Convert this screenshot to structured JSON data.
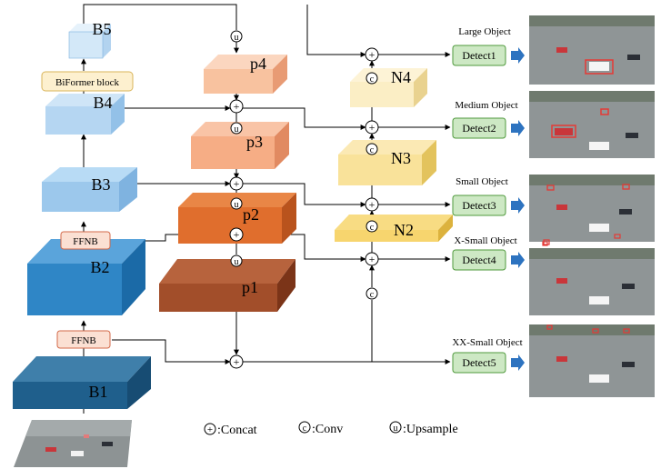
{
  "backbone": {
    "b1": "B1",
    "b2": "B2",
    "b3": "B3",
    "b4": "B4",
    "b5": "B5",
    "biformer": "BiFormer block",
    "ffnb_upper": "FFNB",
    "ffnb_lower": "FFNB"
  },
  "neck_p": {
    "p1": "p1",
    "p2": "p2",
    "p3": "p3",
    "p4": "p4"
  },
  "neck_n": {
    "n2": "N2",
    "n3": "N3",
    "n4": "N4"
  },
  "ops": {
    "concat": "+",
    "conv": "c",
    "upsample": "u"
  },
  "detectors": [
    {
      "label": "Detect1",
      "object": "Large Object"
    },
    {
      "label": "Detect2",
      "object": "Medium Object"
    },
    {
      "label": "Detect3",
      "object": "Small Object"
    },
    {
      "label": "Detect4",
      "object": "X-Small Object"
    },
    {
      "label": "Detect5",
      "object": "XX-Small Object"
    }
  ],
  "legend": {
    "concat": ":Concat",
    "conv": ":Conv",
    "upsample": ":Upsample"
  },
  "colors": {
    "b1": "#1f5f8c",
    "b2": "#2f86c6",
    "b3": "#9cc8ec",
    "b4": "#b5d6f2",
    "b5": "#d3e8f8",
    "p1": "#a24e2a",
    "p2": "#e06e2d",
    "p3": "#f6ad85",
    "p4": "#f8c29f",
    "n2": "#f7d56e",
    "n3": "#f9e29a",
    "n4": "#fbeec5",
    "ffnb": "#fbe0d3",
    "biformer": "#fdf0cf",
    "detect": "#cde8c4",
    "arrow_blue": "#2d73c0"
  }
}
